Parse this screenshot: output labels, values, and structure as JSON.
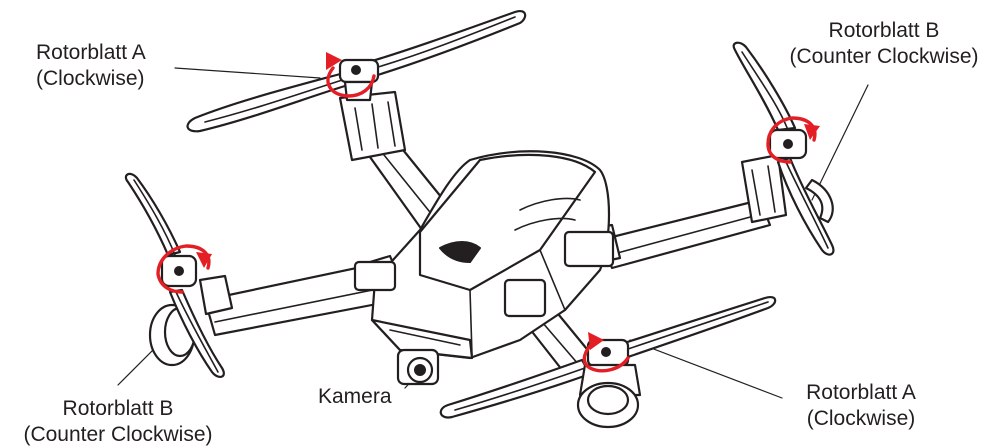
{
  "labels": {
    "rotor_top_left": {
      "name": "Rotorblatt A",
      "direction": "(Clockwise)"
    },
    "rotor_top_right": {
      "name": "Rotorblatt B",
      "direction": "(Counter Clockwise)"
    },
    "rotor_bottom_left": {
      "name": "Rotorblatt B",
      "direction": "(Counter Clockwise)"
    },
    "rotor_bottom_right": {
      "name": "Rotorblatt A",
      "direction": "(Clockwise)"
    },
    "camera": "Kamera"
  },
  "colors": {
    "line": "#231f20",
    "rotation_arrow": "#e31e24",
    "background": "#ffffff"
  }
}
